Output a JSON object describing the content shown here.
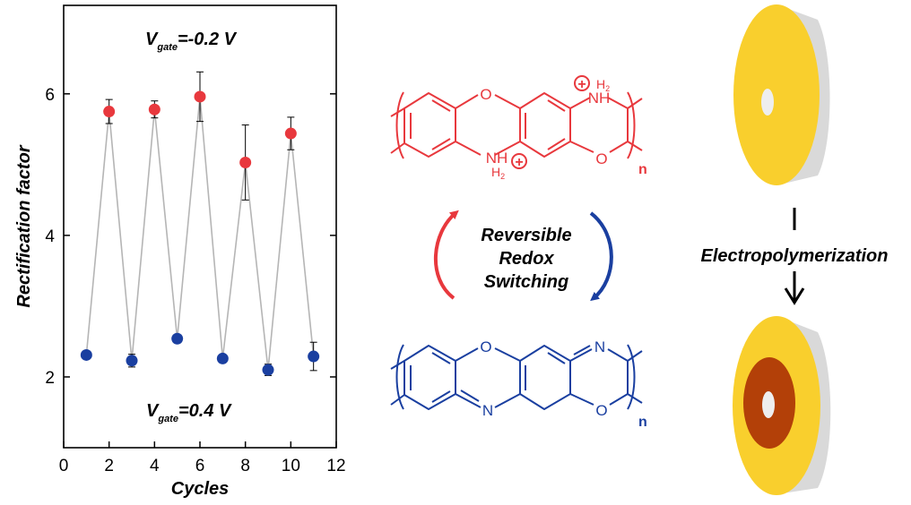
{
  "chart_data": {
    "type": "scatter",
    "xlabel": "Cycles",
    "ylabel": "Rectification factor",
    "xlim": [
      0,
      12
    ],
    "ylim": [
      1,
      7.25
    ],
    "xticks": [
      0,
      2,
      4,
      6,
      8,
      10,
      12
    ],
    "yticks": [
      2,
      4,
      6
    ],
    "grid": false,
    "connected_order": [
      1,
      2,
      3,
      4,
      5,
      6,
      7,
      8,
      9,
      10,
      11
    ],
    "series": [
      {
        "color": "#e8383d",
        "x": [
          2,
          4,
          6,
          8,
          10
        ],
        "y": [
          5.75,
          5.78,
          5.96,
          5.03,
          5.44
        ],
        "err": [
          0.17,
          0.12,
          0.35,
          0.53,
          0.23
        ]
      },
      {
        "color": "#1a3fa0",
        "x": [
          1,
          3,
          5,
          7,
          9,
          11
        ],
        "y": [
          2.31,
          2.23,
          2.54,
          2.26,
          2.1,
          2.29
        ],
        "err": [
          0.04,
          0.09,
          0.05,
          0.05,
          0.08,
          0.2
        ]
      }
    ],
    "annotations": {
      "top_main": "V",
      "top_sub": "gate",
      "top_value": "=-0.2 V",
      "bottom_main": "V",
      "bottom_sub": "gate",
      "bottom_value": "=0.4 V"
    }
  },
  "scheme": {
    "red_color": "#e8383d",
    "blue_color": "#1a3fa0",
    "red_labels": {
      "o_top": "O",
      "o_right": "O",
      "nh_right": "NH",
      "h2_right": "H",
      "h2_sub_right": "2",
      "nh_left": "NH",
      "h2_left": "H",
      "h2_sub_left": "2",
      "plus": "+",
      "n": "n"
    },
    "blue_labels": {
      "o_top": "O",
      "o_right": "O",
      "n_right": "N",
      "n_bottom": "N",
      "n": "n"
    },
    "switch_lines": [
      "Reversible",
      "Redox",
      "Switching"
    ],
    "process_label": "Electropolymerization",
    "disk_yellow": "#f9cf2d",
    "disk_gray": "#d9d9d9",
    "polymer_color": "#b34008"
  }
}
